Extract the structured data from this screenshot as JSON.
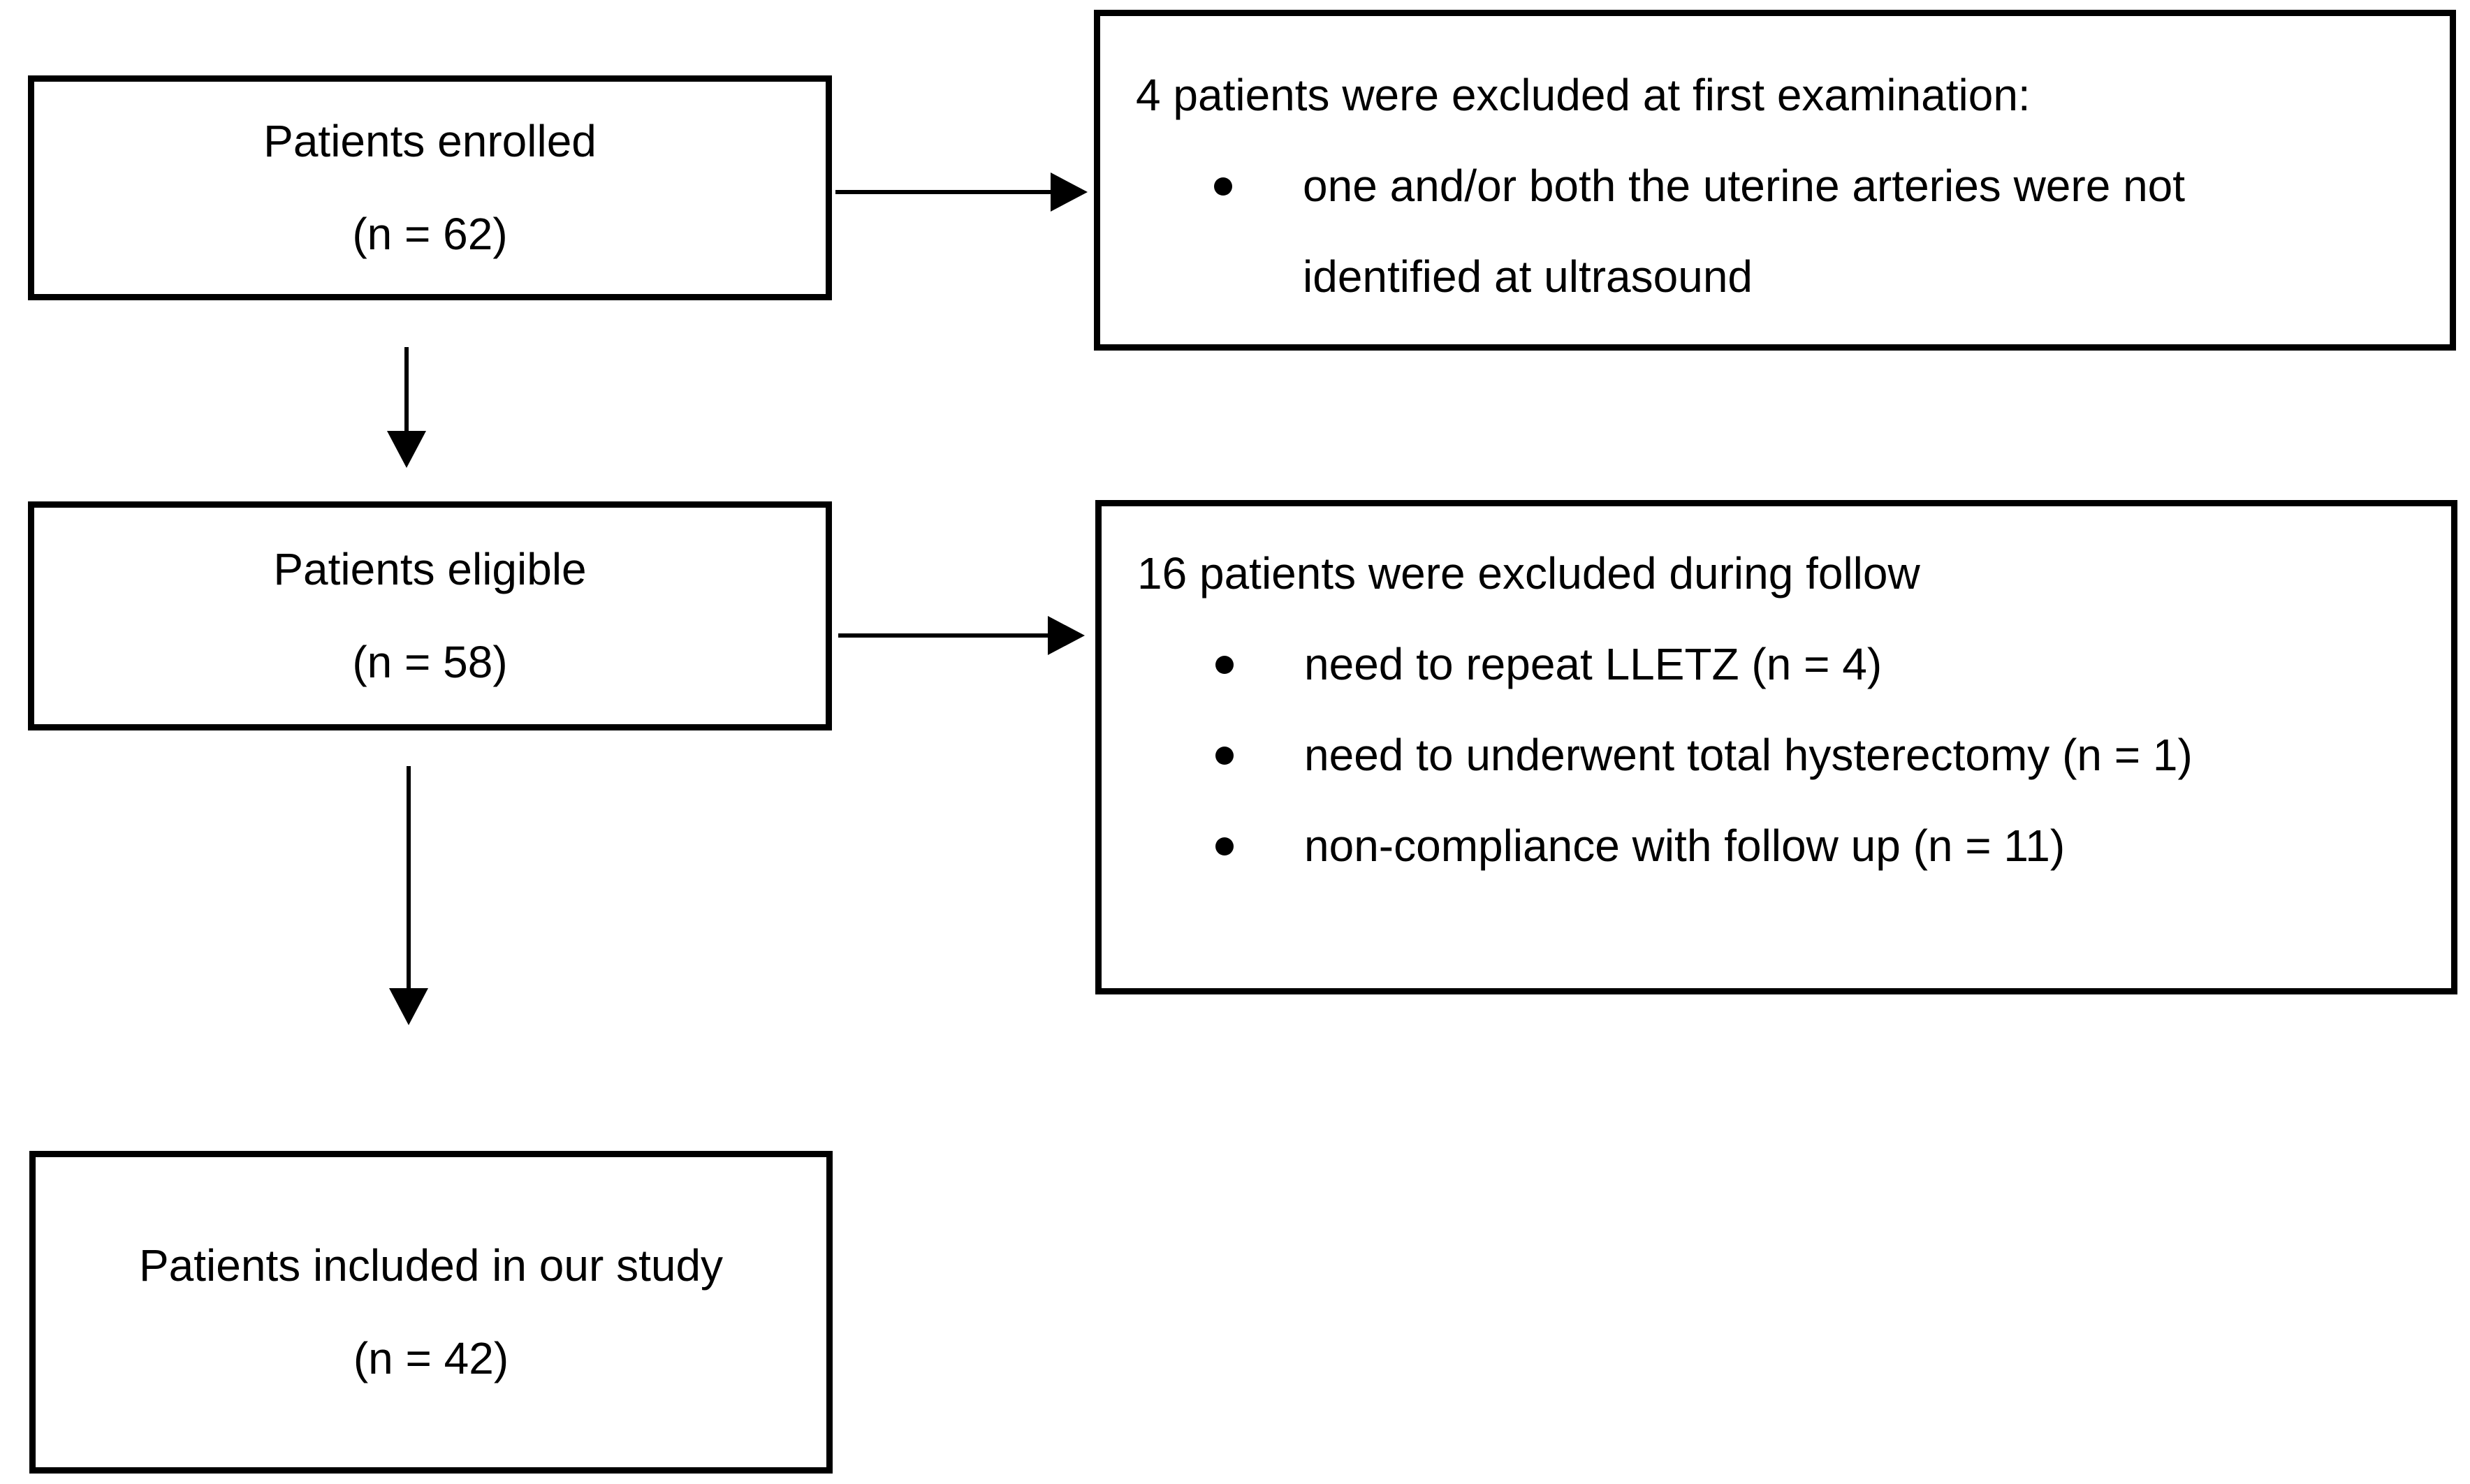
{
  "figure": {
    "type": "patient-flow-diagram",
    "colors": {
      "background": "#ffffff",
      "stroke": "#000000",
      "text": "#000000"
    }
  },
  "flow_boxes": [
    {
      "title": "Patients enrolled",
      "count": "(n = 62)"
    },
    {
      "title": "Patients eligible",
      "count": "(n = 58)"
    },
    {
      "title": "Patients included in our study",
      "count": "(n = 42)"
    }
  ],
  "exclusion_boxes": [
    {
      "heading": "4 patients were excluded at first examination:",
      "bullets": [
        "one and/or both the uterine arteries were not identified at ultrasound"
      ]
    },
    {
      "heading": "16 patients were excluded during follow",
      "bullets": [
        "need to repeat LLETZ (n = 4)",
        "need to underwent total hysterectomy (n = 1)",
        "non-compliance with follow up (n = 11)"
      ]
    }
  ]
}
